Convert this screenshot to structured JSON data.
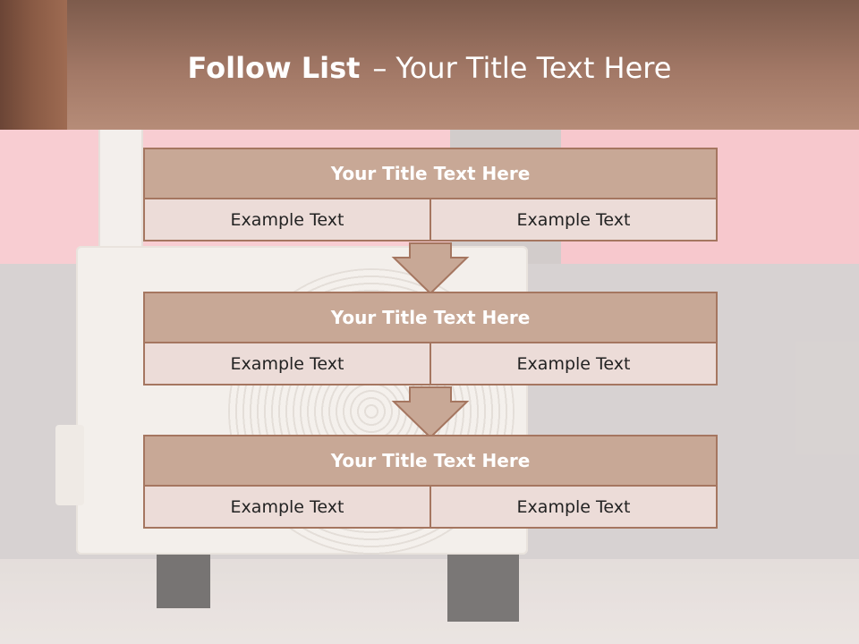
{
  "slide": {
    "title_strong": "Follow List",
    "title_separator": "–",
    "title_rest": "Your Title Text Here"
  },
  "blocks": [
    {
      "title": "Your Title Text Here",
      "left": "Example Text",
      "right": "Example Text"
    },
    {
      "title": "Your Title Text Here",
      "left": "Example Text",
      "right": "Example Text"
    },
    {
      "title": "Your Title Text Here",
      "left": "Example Text",
      "right": "Example Text"
    }
  ],
  "colors": {
    "header_fill": "#c8a896",
    "border": "#a57660",
    "cell_fill": "#ecdcd8",
    "arrow_fill": "#c8a896"
  },
  "icons": [
    "down-arrow-icon",
    "down-arrow-icon"
  ]
}
